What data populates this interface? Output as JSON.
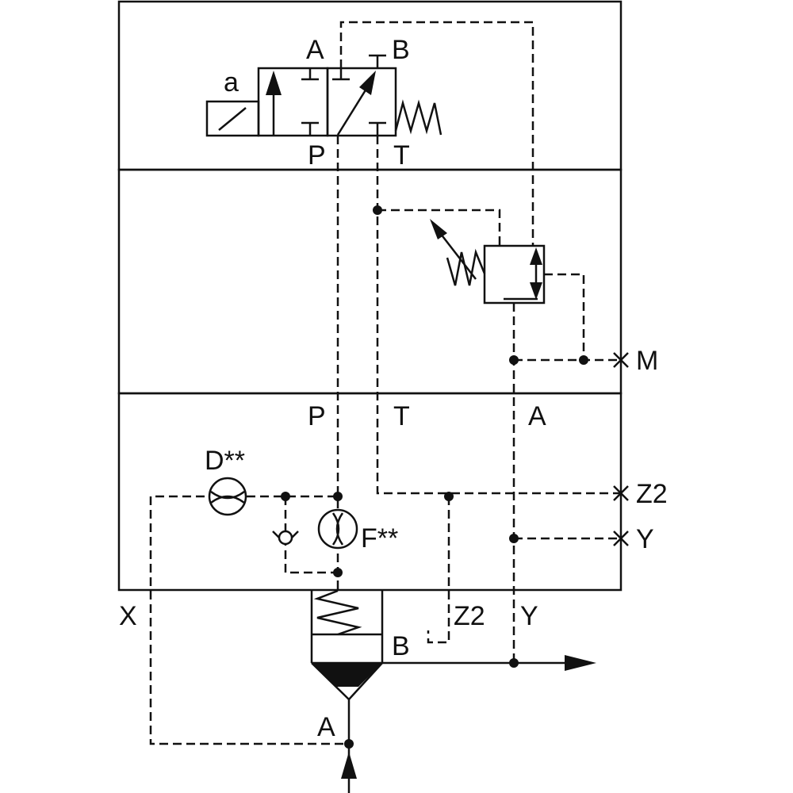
{
  "labels": {
    "solenoid": "a",
    "valve_a": "A",
    "valve_b": "B",
    "valve_p": "P",
    "valve_t": "T",
    "port_m": "M",
    "mid_p": "P",
    "mid_t": "T",
    "mid_a": "A",
    "orifice_d": "D**",
    "orifice_f": "F**",
    "port_z2": "Z2",
    "port_y": "Y",
    "line_x": "X",
    "line_z2": "Z2",
    "line_y": "Y",
    "cartridge_b": "B",
    "cartridge_a": "A"
  }
}
